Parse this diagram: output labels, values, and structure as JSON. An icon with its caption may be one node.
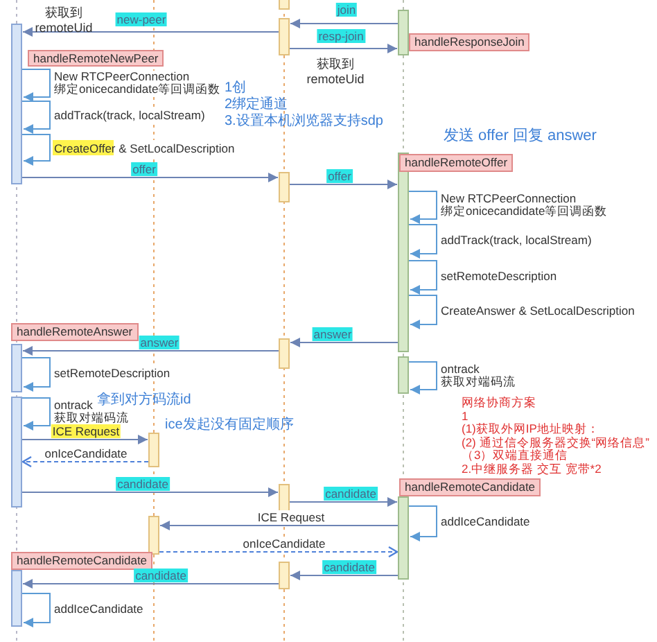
{
  "diagram": {
    "nodes": [
      {
        "text": [],
        "shape": "bar"
      },
      {
        "text": [],
        "shape": "bar"
      },
      {
        "text": [],
        "shape": "bar"
      },
      {
        "text": [],
        "shape": "bar"
      },
      {
        "text": [
          "handleResponseJoin"
        ]
      },
      {
        "text": [
          "handleRemoteNewPeer"
        ]
      },
      {
        "text": [],
        "shape": "bar"
      },
      {
        "text": [
          "handleRemoteOffer"
        ]
      },
      {
        "text": [],
        "shape": "bar"
      },
      {
        "text": [
          "handleRemoteAnswer"
        ]
      },
      {
        "text": [],
        "shape": "bar"
      },
      {
        "text": [],
        "shape": "bar"
      },
      {
        "text": [],
        "shape": "bar"
      },
      {
        "text": [],
        "shape": "bar"
      },
      {
        "text": [],
        "shape": "bar"
      },
      {
        "text": [
          "handleRemoteCandidate"
        ]
      },
      {
        "text": [],
        "shape": "bar"
      },
      {
        "text": [],
        "shape": "bar"
      },
      {
        "text": [],
        "shape": "bar"
      },
      {
        "text": [
          "handleRemoteCandidate"
        ]
      },
      {
        "text": [],
        "shape": "bar"
      },
      {
        "text": [],
        "shape": "bar"
      }
    ],
    "edges": [
      {
        "from": 1,
        "to": 2,
        "arrow": "to",
        "label": "join"
      },
      {
        "from": 2,
        "to": 3,
        "arrow": "to",
        "label": "new-peer"
      },
      {
        "from": 2,
        "to": 1,
        "arrow": "to",
        "label": "resp-join"
      },
      {
        "from": 3,
        "to": 3,
        "arrow": "to",
        "label": "New RTCPeerConnection 绑定onicecandidate等回调函数",
        "color": "#5b9bd5"
      },
      {
        "from": 3,
        "to": 3,
        "arrow": "to",
        "label": "addTrack(track, localStream)",
        "color": "#5b9bd5"
      },
      {
        "from": 3,
        "to": 3,
        "arrow": "to",
        "label": "CreateOffer &  SetLocalDescription",
        "color": "#5b9bd5"
      },
      {
        "from": 3,
        "to": 8,
        "arrow": "to",
        "label": "offer"
      },
      {
        "from": 8,
        "to": 6,
        "arrow": "to",
        "label": "offer"
      },
      {
        "from": 6,
        "to": 6,
        "arrow": "to",
        "label": "New RTCPeerConnection 绑定onicecandidate等回调函数",
        "color": "#5b9bd5"
      },
      {
        "from": 6,
        "to": 6,
        "arrow": "to",
        "label": "addTrack(track, localStream)",
        "color": "#5b9bd5"
      },
      {
        "from": 6,
        "to": 6,
        "arrow": "to",
        "label": "setRemoteDescription",
        "color": "#5b9bd5"
      },
      {
        "from": 6,
        "to": 6,
        "arrow": "to",
        "label": "CreateAnswer &  SetLocalDescription",
        "color": "#5b9bd5"
      },
      {
        "from": 6,
        "to": 10,
        "arrow": "to",
        "label": "answer"
      },
      {
        "from": 10,
        "to": 11,
        "arrow": "to",
        "label": "answer"
      },
      {
        "from": 11,
        "to": 11,
        "arrow": "to",
        "label": "setRemoteDescription",
        "color": "#5b9bd5"
      },
      {
        "from": 12,
        "to": 12,
        "arrow": "to",
        "label": "ontrack 获取对端码流",
        "color": "#5b9bd5"
      },
      {
        "from": 13,
        "to": 13,
        "arrow": "to",
        "label": "ontrack 获取对端码流",
        "color": "#5b9bd5"
      },
      {
        "from": 13,
        "to": 14,
        "arrow": "to",
        "label": "ICE Request"
      },
      {
        "from": 14,
        "to": 13,
        "arrow": "to",
        "label": "onIceCandidate",
        "style": "dashed",
        "color": "#4f81d9"
      },
      {
        "from": 13,
        "to": 16,
        "arrow": "to",
        "label": "candidate"
      },
      {
        "from": 16,
        "to": 17,
        "arrow": "to",
        "label": "candidate"
      },
      {
        "from": 17,
        "to": 17,
        "arrow": "to",
        "label": "addIceCandidate",
        "color": "#5b9bd5"
      },
      {
        "from": 17,
        "to": 18,
        "arrow": "to",
        "label": "ICE Request"
      },
      {
        "from": 18,
        "to": 17,
        "arrow": "to",
        "label": "onIceCandidate",
        "style": "dashed",
        "color": "#4f81d9"
      },
      {
        "from": 17,
        "to": 20,
        "arrow": "to",
        "label": "candidate"
      },
      {
        "from": 20,
        "to": 21,
        "arrow": "to",
        "label": "candidate"
      },
      {
        "from": 21,
        "to": 21,
        "arrow": "to",
        "label": "addIceCandidate",
        "color": "#5b9bd5"
      }
    ],
    "labels": [
      "获取到 remoteUid",
      "获取到 remoteUid",
      "1创",
      "2绑定通道",
      "3.设置本机浏览器支持sdp",
      "发送 offer 回复 answer",
      "拿到对方码流id",
      "ice发起没有固定顺序",
      "网络协商方案",
      "1",
      "(1)获取外网IP地址映射：",
      "(2) 通过信令服务器交换“网络信息”",
      "（3）双端直接通信",
      "2.中继服务器 交互 宽带*2"
    ]
  }
}
